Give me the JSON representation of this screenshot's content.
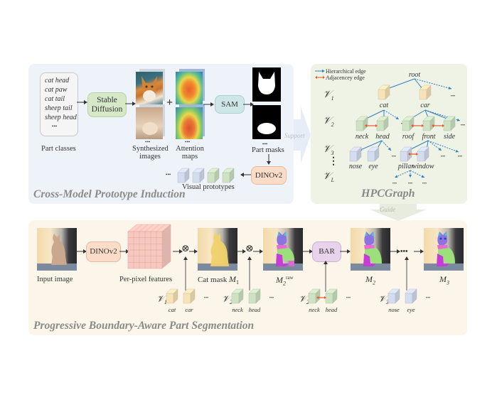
{
  "induction": {
    "title": "Cross-Model Prototype Induction",
    "part_classes": [
      "cat head",
      "cat paw",
      "cat tail",
      "sheep tail",
      "sheep head",
      "•••"
    ],
    "part_classes_label": "Part classes",
    "stable_diffusion": "Stable Diffusion",
    "stable_diffusion_line1": "Stable",
    "stable_diffusion_line2": "Diffusion",
    "synth_label_1": "Synthesized",
    "synth_label_2": "images",
    "attn_label_1": "Attention",
    "attn_label_2": "maps",
    "plus": "+",
    "sam": "SAM",
    "part_masks": "Part masks",
    "dinov2": "DINOv2",
    "visual_prototypes": "Visual prototypes",
    "ellipsis": "•••",
    "colors": {
      "panel": "#eef3fa",
      "sd_box": "#d6e8c8",
      "sam_box": "#cfe6e6",
      "dino_box": "#fbdcc8"
    }
  },
  "connectors": {
    "support": "Support",
    "guide": "Guide"
  },
  "graph": {
    "title": "HPCGraph",
    "legend": [
      {
        "label": "Hierarchical edge",
        "color": "#2f7fc1"
      },
      {
        "label": "Adjacencey edge",
        "color": "#e2572b"
      }
    ],
    "levels": [
      "V1",
      "V2",
      "V3",
      "VL"
    ],
    "level_symbols": [
      "𝒱₁",
      "𝒱₂",
      "𝒱₃",
      "𝒱ʟ"
    ],
    "level_sub": [
      "1",
      "2",
      "3",
      "L"
    ],
    "vdots": "⋮",
    "root": "root",
    "nodes_v1": [
      "cat",
      "car"
    ],
    "nodes_v2": [
      "neck",
      "head",
      "roof",
      "front",
      "side"
    ],
    "nodes_v3": [
      "nose",
      "eye",
      "pillar",
      "window"
    ],
    "ellipsis": "•••",
    "colors": {
      "panel": "#eef3e6",
      "v1": "#f7e3b8",
      "v2": "#cfe3c4",
      "v3": "#d4dcef"
    }
  },
  "segmentation": {
    "title": "Progressive Boundary-Aware Part Segmentation",
    "input_image": "Input image",
    "dinov2": "DINOv2",
    "per_pixel_features": "Per-pixel features",
    "cat_mask": "Cat mask",
    "m1": "M",
    "m1_sub": "1",
    "m2raw": "M",
    "m2raw_sub": "2",
    "m2raw_sup": "raw",
    "bar": "BAR",
    "m2": "M",
    "m2_sub": "2",
    "m3": "M",
    "m3_sub": "3",
    "otimes": "⊗",
    "ellipsis": "•••",
    "proto_groups": [
      {
        "level": "1",
        "items": [
          "cat",
          "car"
        ]
      },
      {
        "level": "2",
        "items": [
          "neck",
          "head"
        ]
      },
      {
        "level": "2",
        "items": [
          "neck",
          "head"
        ],
        "adjacency": true
      },
      {
        "level": "3",
        "items": [
          "nose",
          "eye"
        ]
      }
    ],
    "colors": {
      "panel": "#fcf6ea",
      "dino_box": "#fbdcc8",
      "bar_box": "#e8d3ec",
      "features": "#f6c9c0"
    }
  }
}
